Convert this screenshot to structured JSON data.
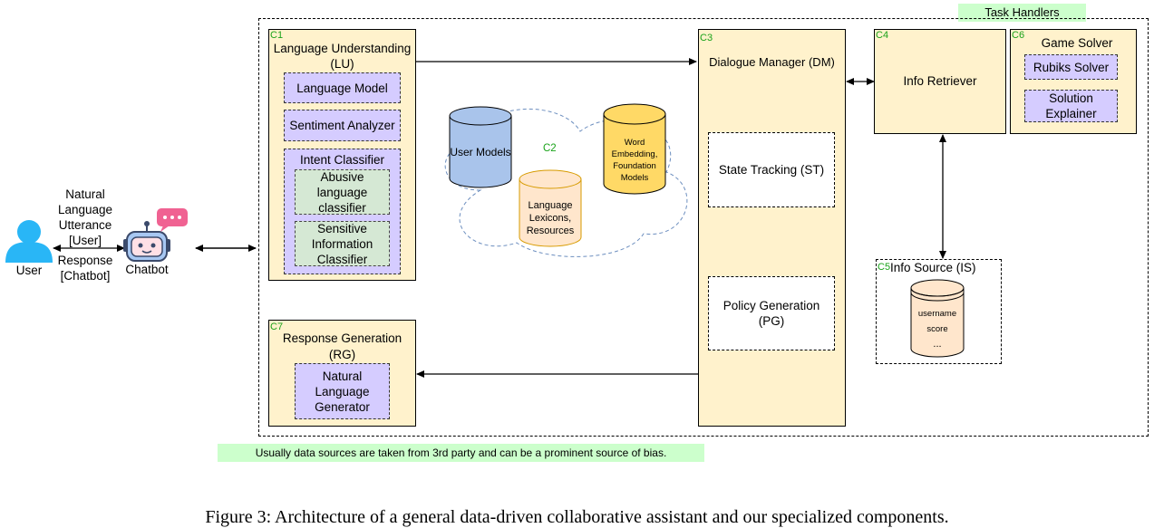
{
  "task_handlers_label": "Task Handlers",
  "user": {
    "label": "User"
  },
  "chatbot": {
    "label": "Chatbot"
  },
  "channel": {
    "top_label": "Natural Language Utterance [User]",
    "bottom_label": "Response [Chatbot]"
  },
  "lu": {
    "id": "C1",
    "title": "Language Understanding (LU)",
    "language_model": "Language Model",
    "sentiment": "Sentiment Analyzer",
    "intent": {
      "title": "Intent Classifier",
      "abusive": "Abusive language classifier",
      "sensitive": "Sensitive Information Classifier"
    }
  },
  "c2": {
    "id": "C2",
    "user_models": "User Models",
    "lexicons": "Language Lexicons, Resources",
    "embedding": "Word Embedding, Foundation Models"
  },
  "dm": {
    "id": "C3",
    "title": "Dialogue Manager (DM)",
    "state_tracking": "State Tracking (ST)",
    "policy": "Policy Generation (PG)"
  },
  "info_retriever": {
    "id": "C4",
    "title": "Info Retriever"
  },
  "info_source": {
    "id": "C5",
    "title": "Info Source (IS)",
    "db_line1": "username",
    "db_line2": "score",
    "db_line3": "..."
  },
  "game_solver": {
    "id": "C6",
    "title": "Game Solver",
    "rubiks": "Rubiks Solver",
    "explainer": "Solution Explainer"
  },
  "rg": {
    "id": "C7",
    "title": "Response Generation (RG)",
    "generator": "Natural Language Generator"
  },
  "bias_note": "Usually data sources are taken from 3rd party and can be a prominent source of bias.",
  "caption": "Figure 3: Architecture of a general data-driven collaborative assistant and our specialized components.",
  "colors": {
    "component_fill": "#fff2cc",
    "module_fill": "#d5ccff",
    "classifier_fill": "#d5e8d4",
    "user_models_fill": "#a9c4eb",
    "lexicons_fill": "#ffe6cc",
    "embedding_fill": "#ffd966",
    "note_fill": "#ccffcc",
    "id_color": "#1aa31a",
    "user_icon": "#29b6f6"
  },
  "icons": {
    "user": "user-silhouette-icon",
    "chatbot": "robot-icon",
    "chat_bubble": "chat-bubble-icon"
  }
}
